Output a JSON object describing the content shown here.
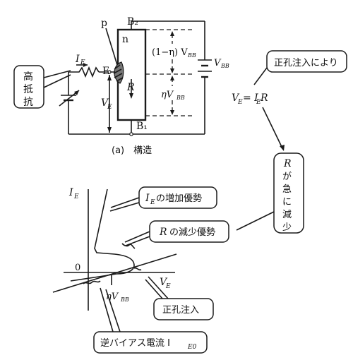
{
  "structure": {
    "label_p": "p",
    "label_n": "n",
    "label_B2": "B₂",
    "label_B1": "B₁",
    "label_E": "E",
    "label_IE": "I",
    "label_IE_sub": "E",
    "label_VE": "V",
    "label_VE_sub": "E",
    "label_R": "R",
    "label_upper_voltage": "(1−η) V",
    "label_upper_voltage_sub": "BB",
    "label_lower_voltage": "ηV",
    "label_lower_voltage_sub": "BB",
    "label_VBB": "V",
    "label_VBB_sub": "BB",
    "high_resistance_callout": [
      "高",
      "抵",
      "抗"
    ],
    "caption": "(a)　構造"
  },
  "annotation": {
    "hole_injection_callout": "正孔注入により",
    "equation": "V",
    "equation_sub": "E",
    "equation_rest": "= I",
    "equation_rest_sub": "E",
    "equation_end": "R",
    "r_decrease_callout": [
      "R",
      "が",
      "急",
      "に",
      "減",
      "少"
    ]
  },
  "characteristic": {
    "axis_y": "I",
    "axis_y_sub": "E",
    "axis_x": "V",
    "axis_x_sub": "E",
    "origin": "0",
    "ie_increase_callout": "I",
    "ie_increase_sub": "E",
    "ie_increase_text": "の増加優勢",
    "r_decrease_callout": "R",
    "r_decrease_text": "の減少優勢",
    "eta_vbb": "ηV",
    "eta_vbb_sub": "BB",
    "hole_injection": "正孔注入",
    "reverse_bias_callout": "逆バイアス電流 I",
    "reverse_bias_sub": "E0"
  }
}
